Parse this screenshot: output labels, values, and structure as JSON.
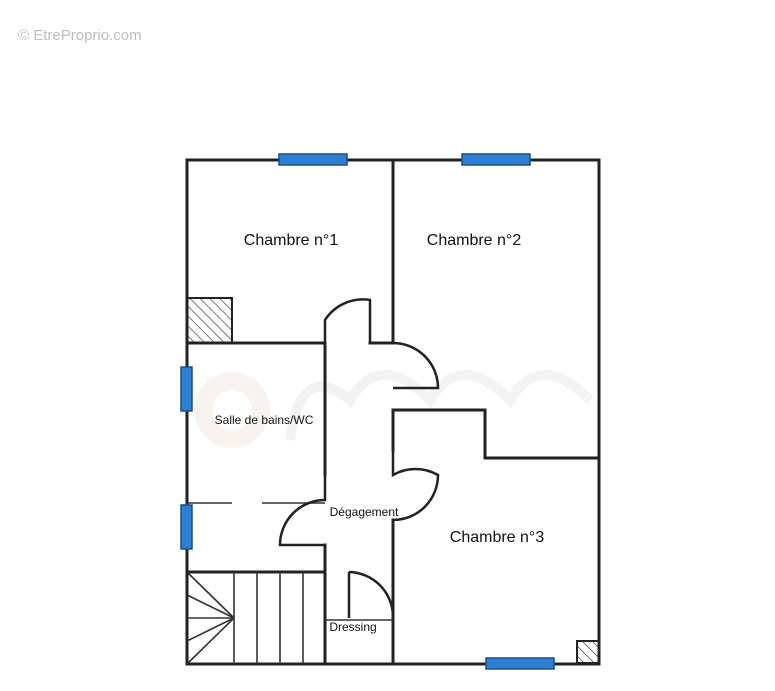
{
  "watermark": "© EtreProprio.com",
  "colors": {
    "window": "#2d7fd1",
    "window_border": "#1b4f86",
    "wall": "#222222",
    "hatch": "#333333"
  },
  "icons": {
    "watermark_logo": "watermark-logo-icon"
  },
  "rooms": {
    "bedroom1": "Chambre n°1",
    "bedroom2": "Chambre n°2",
    "bedroom3": "Chambre n°3",
    "bathroom": "Salle de bains/WC",
    "hallway": "Dégagement",
    "dressing": "Dressing"
  }
}
